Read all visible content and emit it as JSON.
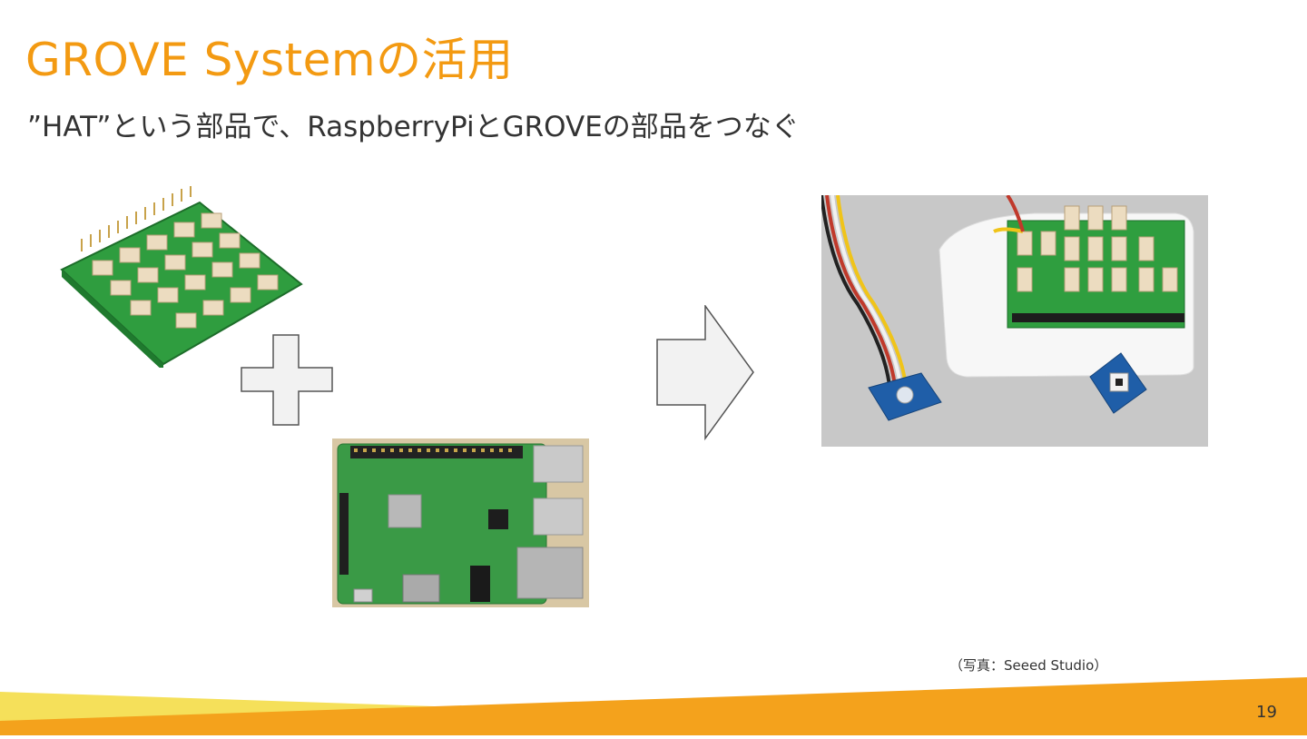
{
  "slide": {
    "title": "GROVE Systemの活用",
    "subtitle": "”HAT”という部品で、RaspberryPiとGROVEの部品をつなぐ",
    "caption": "（写真：Seeed Studio）",
    "page_number": "19"
  },
  "colors": {
    "title": "#f39a12",
    "band_orange": "#f4a21c",
    "band_yellow": "#f5e05a",
    "pcb_green": "#2e9b3e",
    "shape_fill": "#f2f2f2",
    "shape_stroke": "#555555"
  },
  "images": {
    "hat": "grove-base-hat-photo",
    "pi": "raspberry-pi-board-photo",
    "assembled": "assembled-grove-raspberrypi-photo"
  },
  "shapes": {
    "plus": "plus-icon",
    "arrow": "arrow-right-icon"
  }
}
